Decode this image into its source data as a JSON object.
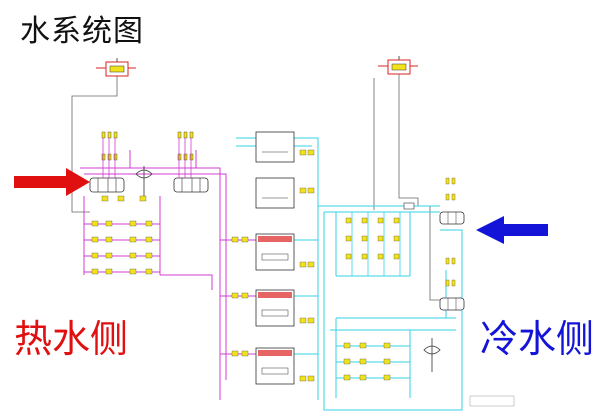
{
  "title": "水系统图",
  "hot_side_label": "热水侧",
  "cold_side_label": "冷水侧",
  "colors": {
    "hot_pipe": "#d23cd2",
    "cold_pipe": "#36d2e6",
    "line": "#555555",
    "hot_arrow": "#e01010",
    "cold_arrow": "#1414d8",
    "valve": "#f2e21c"
  },
  "arrows": [
    {
      "name": "hot-water-arrow",
      "direction": "right"
    },
    {
      "name": "cold-water-arrow",
      "direction": "left"
    }
  ]
}
